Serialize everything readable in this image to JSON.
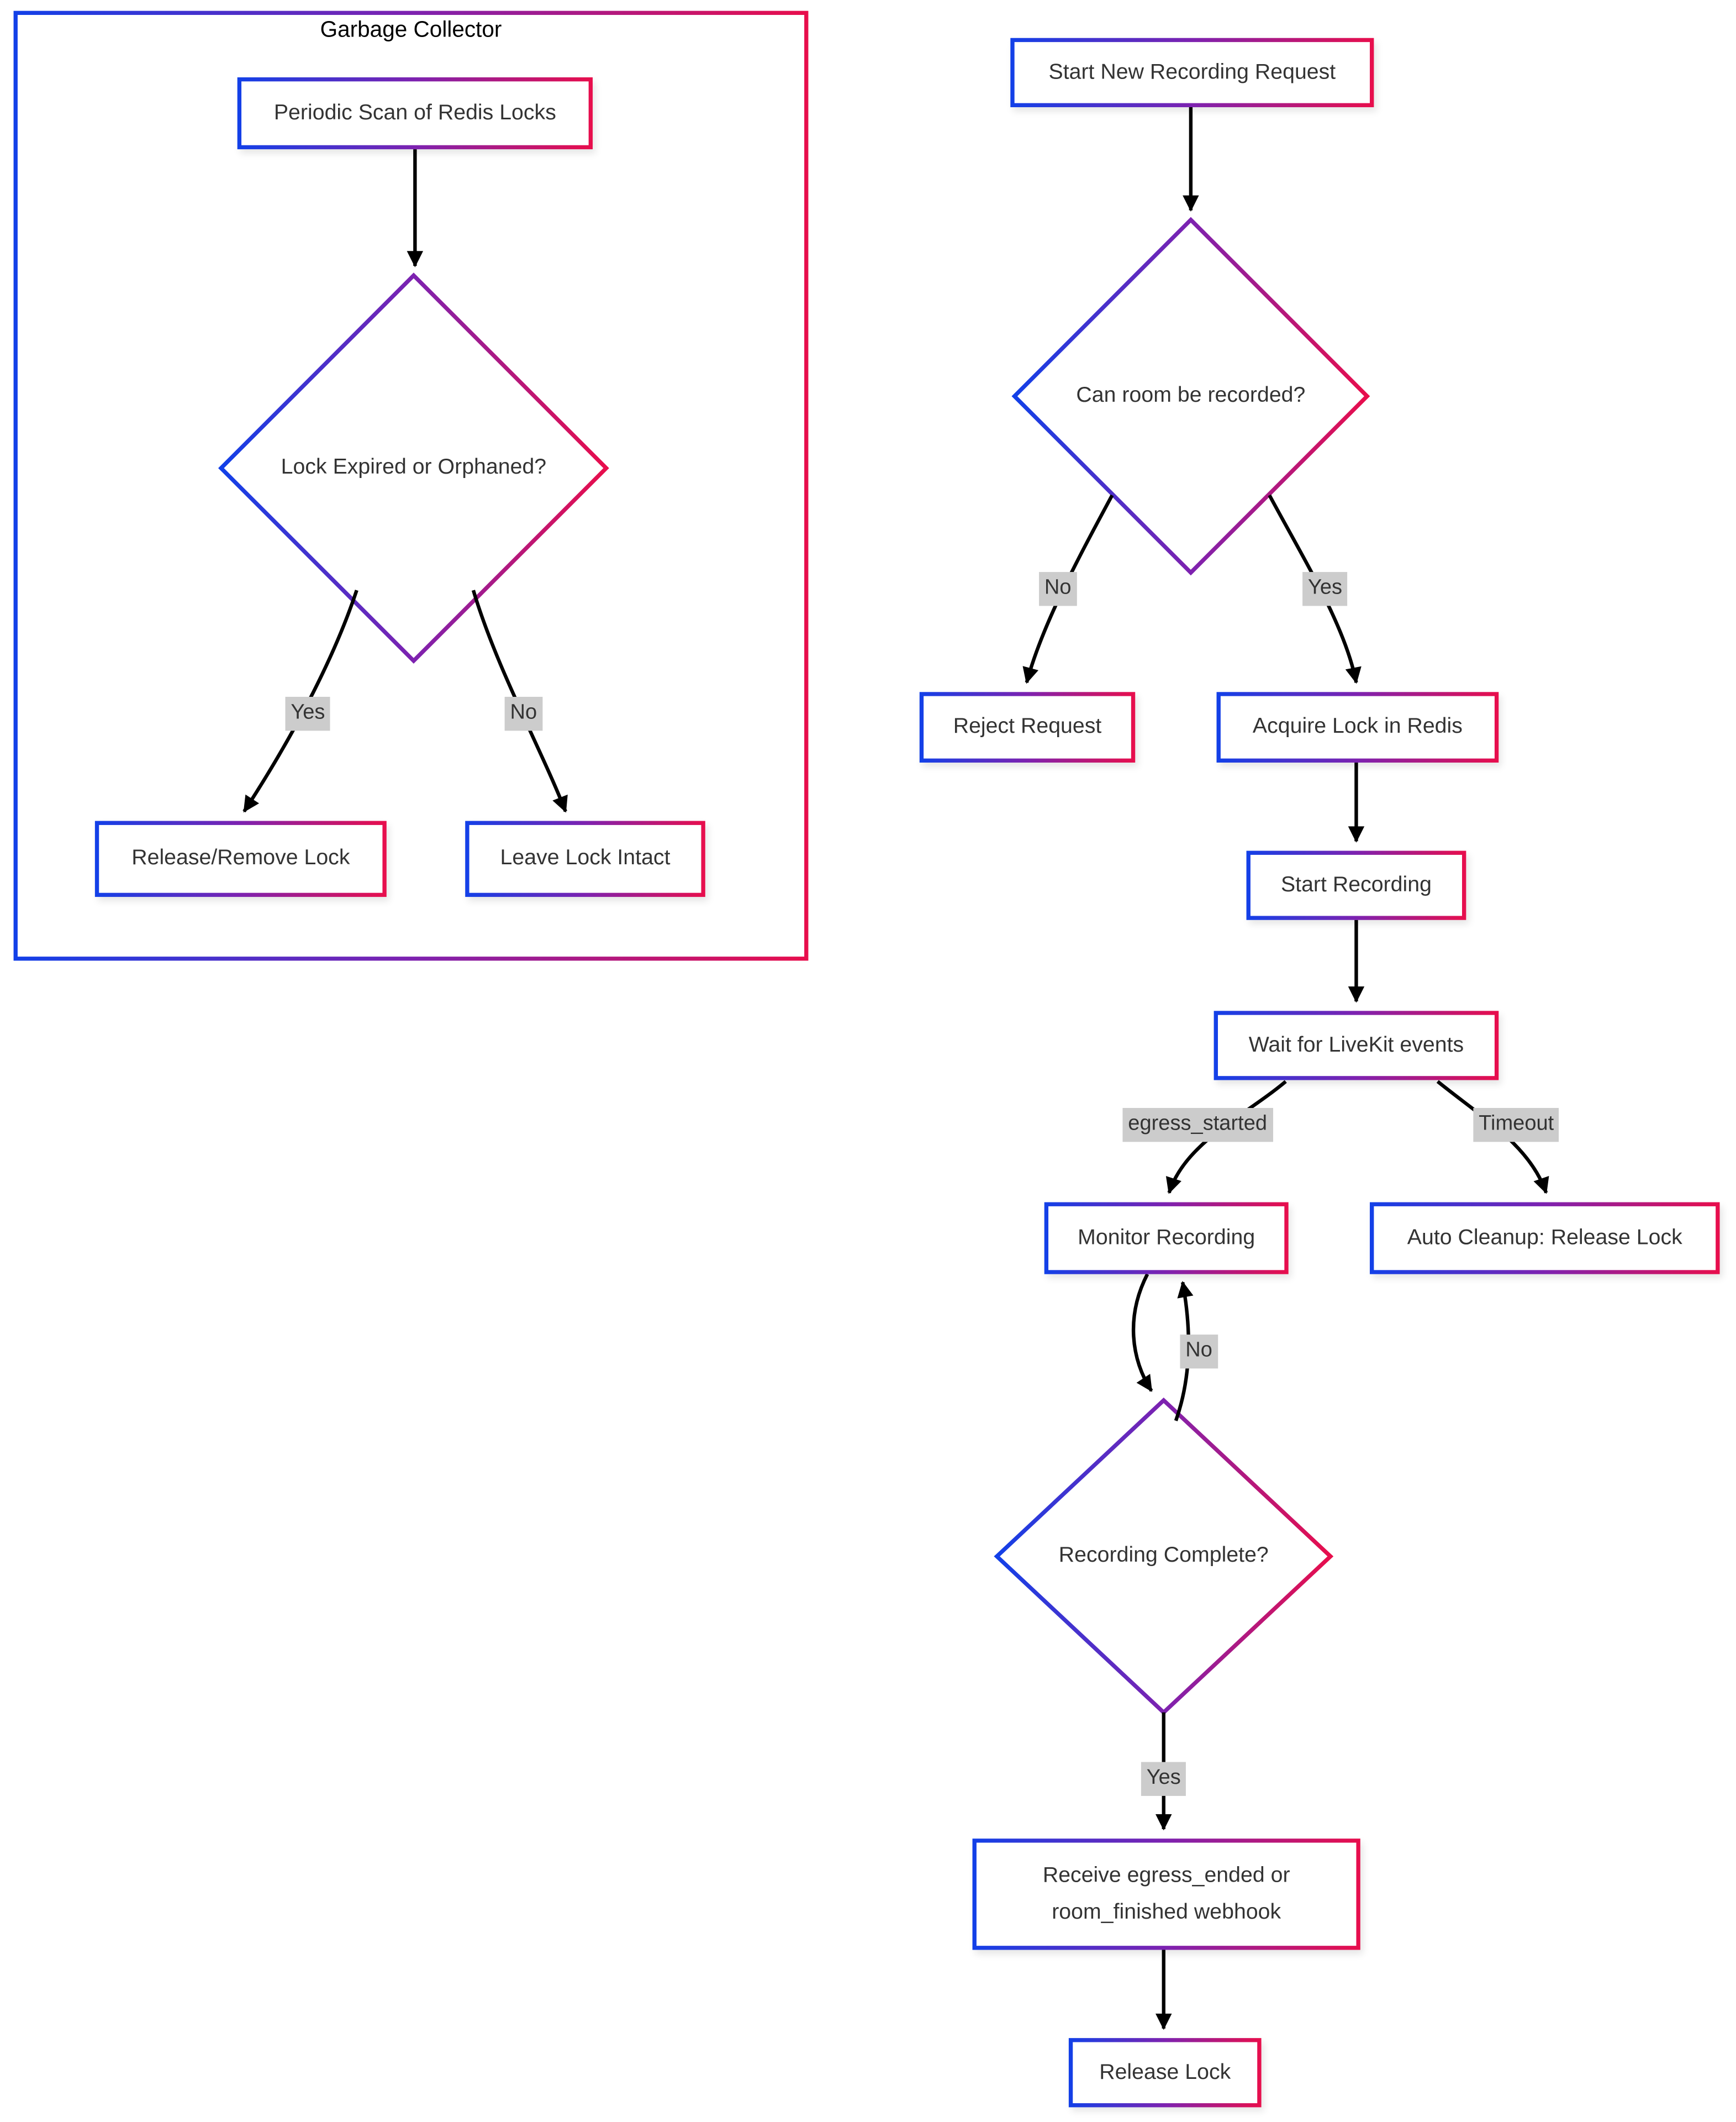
{
  "diagram": {
    "subgraph_title": "Garbage Collector",
    "nodes": {
      "periodic_scan": {
        "label": "Periodic Scan of Redis Locks"
      },
      "lock_expired": {
        "label": "Lock Expired or Orphaned?"
      },
      "release_remove_lock": {
        "label": "Release/Remove Lock"
      },
      "leave_lock_intact": {
        "label": "Leave Lock Intact"
      },
      "start_request": {
        "label": "Start New Recording Request"
      },
      "can_record": {
        "label": "Can room be recorded?"
      },
      "reject_request": {
        "label": "Reject Request"
      },
      "acquire_lock": {
        "label": "Acquire Lock in Redis"
      },
      "start_recording": {
        "label": "Start Recording"
      },
      "wait_events": {
        "label": "Wait for LiveKit events"
      },
      "monitor_recording": {
        "label": "Monitor Recording"
      },
      "auto_cleanup": {
        "label": "Auto Cleanup: Release Lock"
      },
      "recording_complete": {
        "label": "Recording Complete?"
      },
      "receive_webhook": {
        "label": "Receive egress_ended or room_finished webhook"
      },
      "release_lock": {
        "label": "Release Lock"
      }
    },
    "edge_labels": {
      "gc_yes": "Yes",
      "gc_no": "No",
      "main_no": "No",
      "main_yes": "Yes",
      "egress_started": "egress_started",
      "timeout": "Timeout",
      "loop_no": "No",
      "complete_yes": "Yes"
    },
    "colors": {
      "gradient_start": "#1240e8",
      "gradient_mid": "#7d22b0",
      "gradient_end": "#e80e4c",
      "edge_label_bg": "#cccccc",
      "node_fill": "#ffffff",
      "text": "#333333",
      "title_text": "#000000",
      "arrow": "#000000",
      "background": "#ffffff"
    }
  }
}
